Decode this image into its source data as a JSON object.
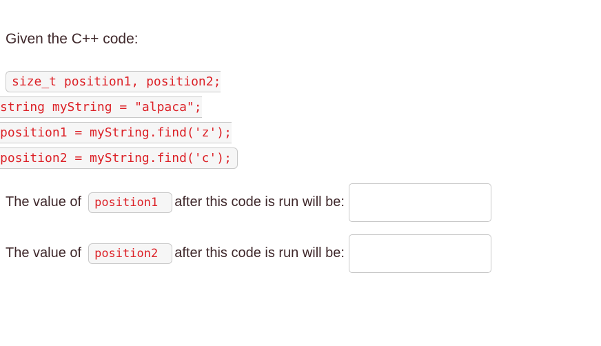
{
  "colors": {
    "body_text": "#3f282b",
    "code_text": "#dc2127",
    "code_background": "#f6f6f6",
    "code_border": "#c9c9c9",
    "input_border": "#c7c7c7"
  },
  "intro": "Given the C++ code:",
  "code_lines": [
    "size_t position1, position2;",
    "string myString = \"alpaca\";",
    "position1 = myString.find('z');",
    "position2 = myString.find('c');"
  ],
  "questions": [
    {
      "prefix": "The value of",
      "code_ref": "position1",
      "suffix": "after this code is run will be:",
      "input_value": ""
    },
    {
      "prefix": "The value of",
      "code_ref": "position2",
      "suffix": "after this code is run will be:",
      "input_value": ""
    }
  ]
}
